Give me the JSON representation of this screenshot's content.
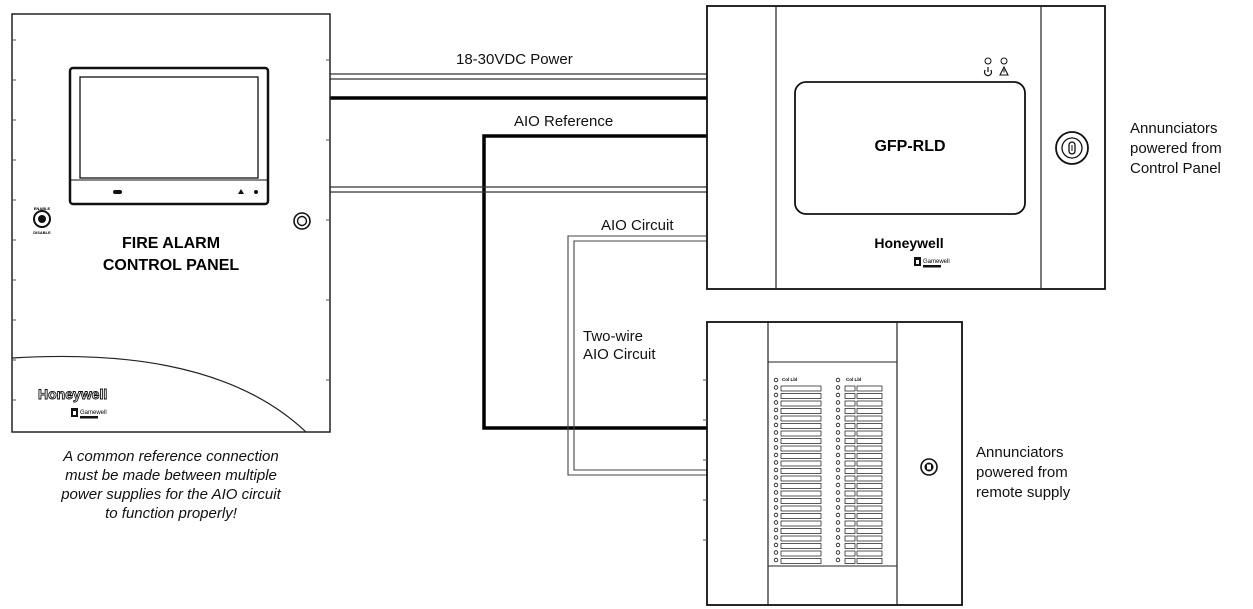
{
  "wiring": {
    "power_label": "18-30VDC Power",
    "reference_label": "AIO Reference",
    "circuit_label": "AIO Circuit",
    "two_wire_label": [
      "Two-wire",
      "AIO Circuit"
    ]
  },
  "facp": {
    "title_lines": [
      "FIRE ALARM",
      "CONTROL PANEL"
    ],
    "brand": "Honeywell",
    "sub_brand": "Gamewell",
    "switch_top": "ENABLE",
    "switch_bottom": "DISABLE"
  },
  "rld": {
    "model": "GFP-RLD",
    "brand": "Honeywell",
    "sub_brand": "Gamewell"
  },
  "annunciator_notes": {
    "control_panel": [
      "Annunciators",
      "powered from",
      "Control Panel"
    ],
    "remote_supply": [
      "Annunciators",
      "powered from",
      "remote supply"
    ]
  },
  "footnote_lines": [
    "A common reference connection",
    "must be made between multiple",
    "power supplies for the AIO circuit",
    "to function properly!"
  ],
  "led_annunciator": {
    "column_headers": [
      "Col Lbl",
      "Col Lbl"
    ],
    "rows_per_column": 24
  }
}
